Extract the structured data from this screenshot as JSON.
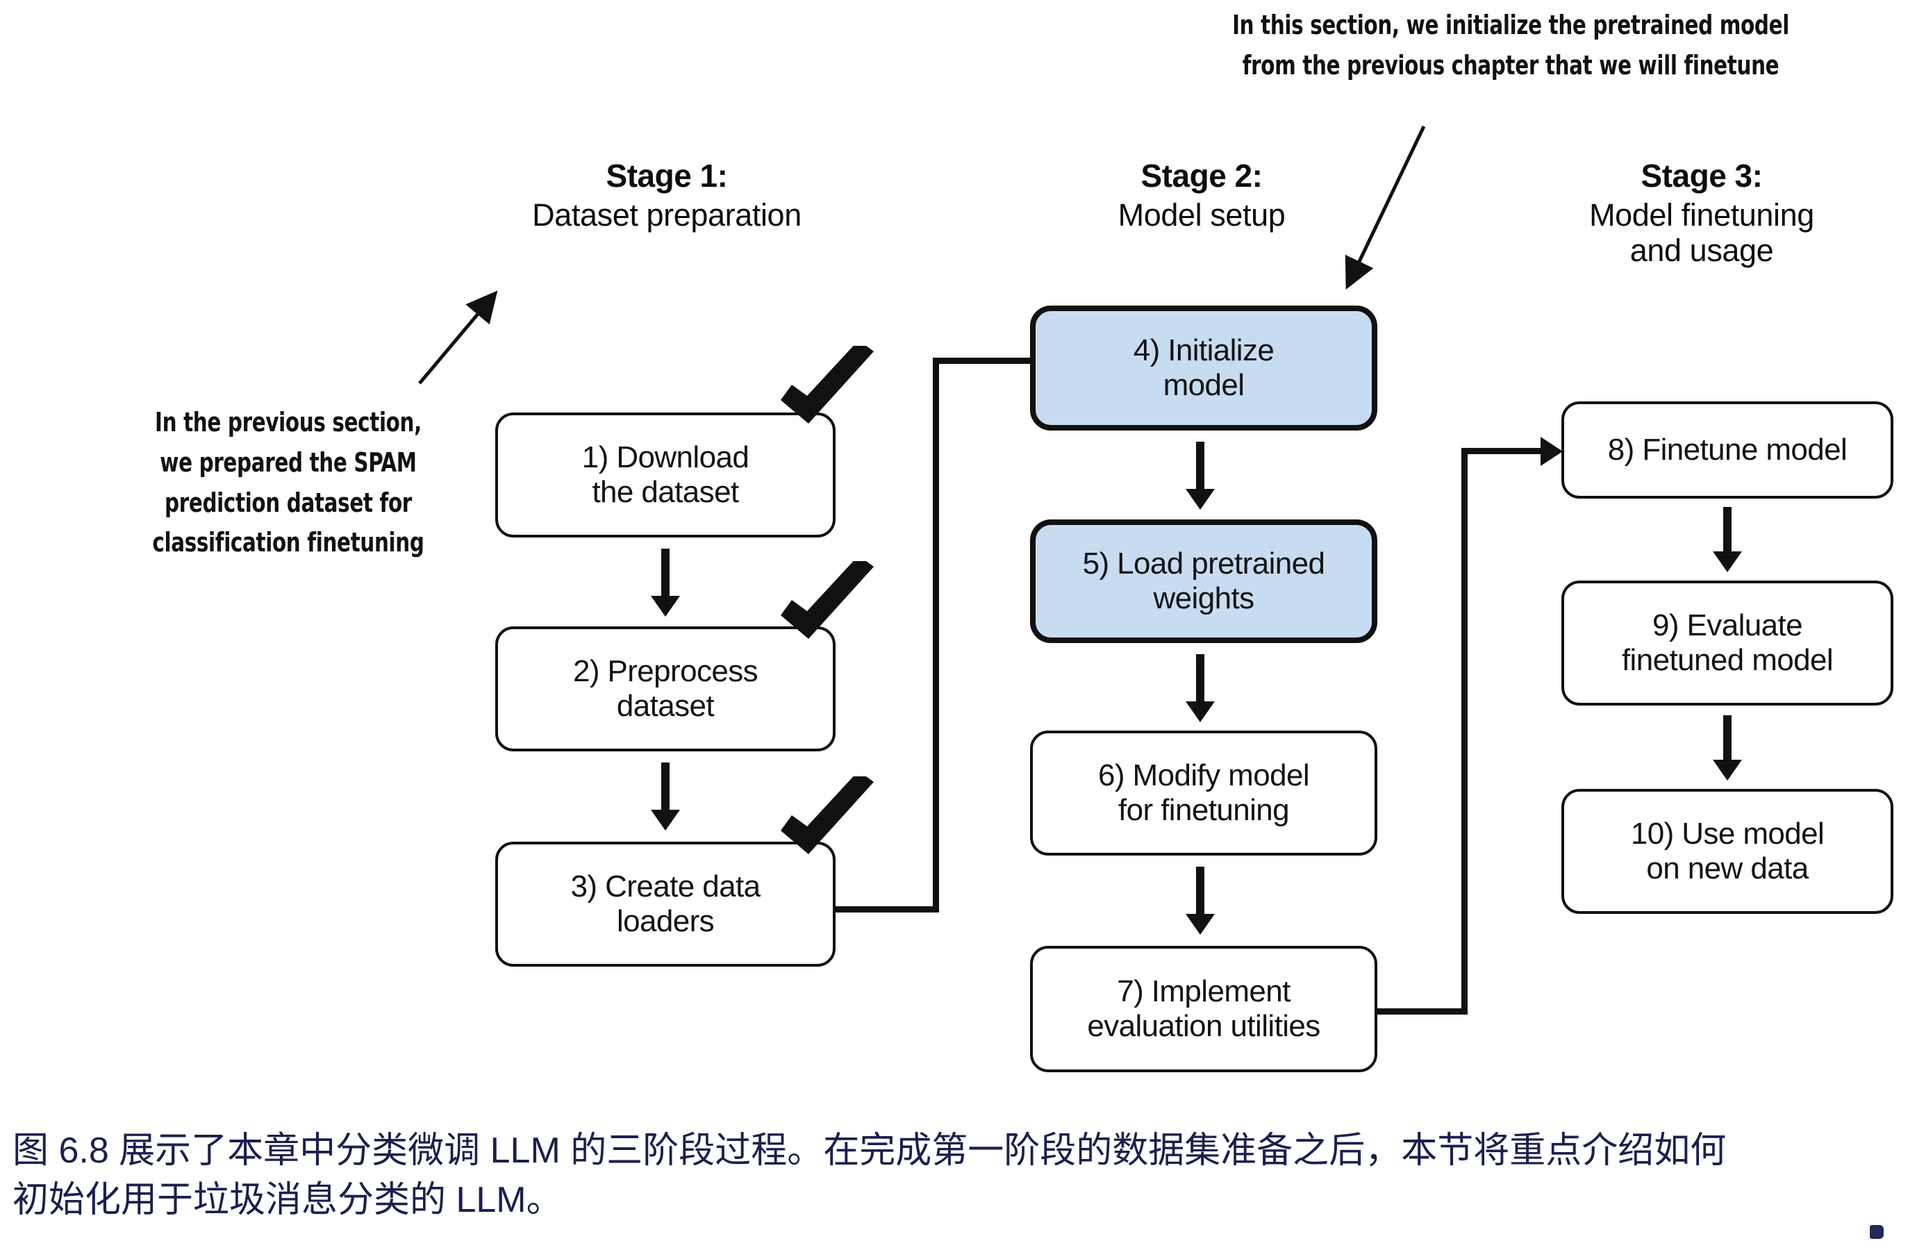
{
  "figure": {
    "annotations": {
      "top": "In this section, we initialize the pretrained model\nfrom the previous chapter that we will finetune",
      "left": "In the previous section,\nwe prepared the SPAM\nprediction dataset for\nclassification finetuning"
    },
    "stages": [
      {
        "title": "Stage 1:",
        "subtitle": "Dataset preparation"
      },
      {
        "title": "Stage 2:",
        "subtitle": "Model setup"
      },
      {
        "title": "Stage 3:",
        "subtitle": "Model finetuning\nand usage"
      }
    ],
    "nodes": [
      {
        "id": 1,
        "label": "1) Download\nthe dataset",
        "highlighted": false,
        "checked": true
      },
      {
        "id": 2,
        "label": "2) Preprocess\ndataset",
        "highlighted": false,
        "checked": true
      },
      {
        "id": 3,
        "label": "3) Create data\nloaders",
        "highlighted": false,
        "checked": true
      },
      {
        "id": 4,
        "label": "4) Initialize\nmodel",
        "highlighted": true,
        "checked": false
      },
      {
        "id": 5,
        "label": "5) Load pretrained\nweights",
        "highlighted": true,
        "checked": false
      },
      {
        "id": 6,
        "label": "6) Modify model\nfor finetuning",
        "highlighted": false,
        "checked": false
      },
      {
        "id": 7,
        "label": "7) Implement\nevaluation utilities",
        "highlighted": false,
        "checked": false
      },
      {
        "id": 8,
        "label": "8) Finetune model",
        "highlighted": false,
        "checked": false
      },
      {
        "id": 9,
        "label": "9) Evaluate\nfinetuned model",
        "highlighted": false,
        "checked": false
      },
      {
        "id": 10,
        "label": "10) Use model\non new data",
        "highlighted": false,
        "checked": false
      }
    ],
    "colors": {
      "highlight_fill": "#c7dcf1",
      "stroke": "#111111",
      "caption_text": "#1c1f4e",
      "background": "#ffffff"
    }
  },
  "caption": {
    "line1": "图 6.8 展示了本章中分类微调 LLM 的三阶段过程。在完成第一阶段的数据集准备之后，本节将重点介绍如何",
    "line2": "初始化用于垃圾消息分类的 LLM。"
  }
}
